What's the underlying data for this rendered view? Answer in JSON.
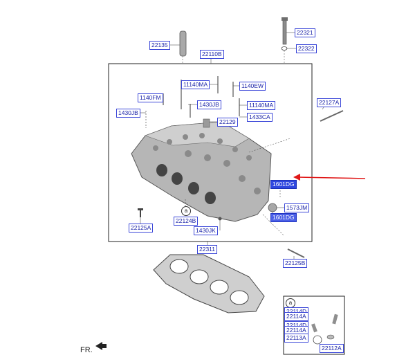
{
  "labels": {
    "p22135": "22135",
    "p22110B": "22110B",
    "p22321": "22321",
    "p22322": "22322",
    "p11140MA_a": "11140MA",
    "p1140EW": "1140EW",
    "p1140FM": "1140FM",
    "p1430JB_a": "1430JB",
    "p1430JB_b": "1430JB",
    "p11140MA_b": "11140MA",
    "p22129": "22129",
    "p1433CA": "1433CA",
    "p22127A": "22127A",
    "p1601DG_a": "1601DG",
    "p1573JM": "1573JM",
    "p1601DG_b": "1601DG",
    "p22124B": "22124B",
    "p22125A": "22125A",
    "p1430JK": "1430JK",
    "p22311": "22311",
    "p22125B": "22125B",
    "inset_a": "22114D",
    "inset_b": "22114A",
    "inset_c": "22114D",
    "inset_d": "22114A",
    "inset_e": "22113A",
    "inset_f": "22112A"
  },
  "ref_marker": "a",
  "inset_ref_marker": "a",
  "orientation_label": "FR.",
  "colors": {
    "label_border": "#3a46d8",
    "label_text": "#1a23a8",
    "highlight_fill": "#2f47e0",
    "pointer_arrow": "#e01818"
  }
}
